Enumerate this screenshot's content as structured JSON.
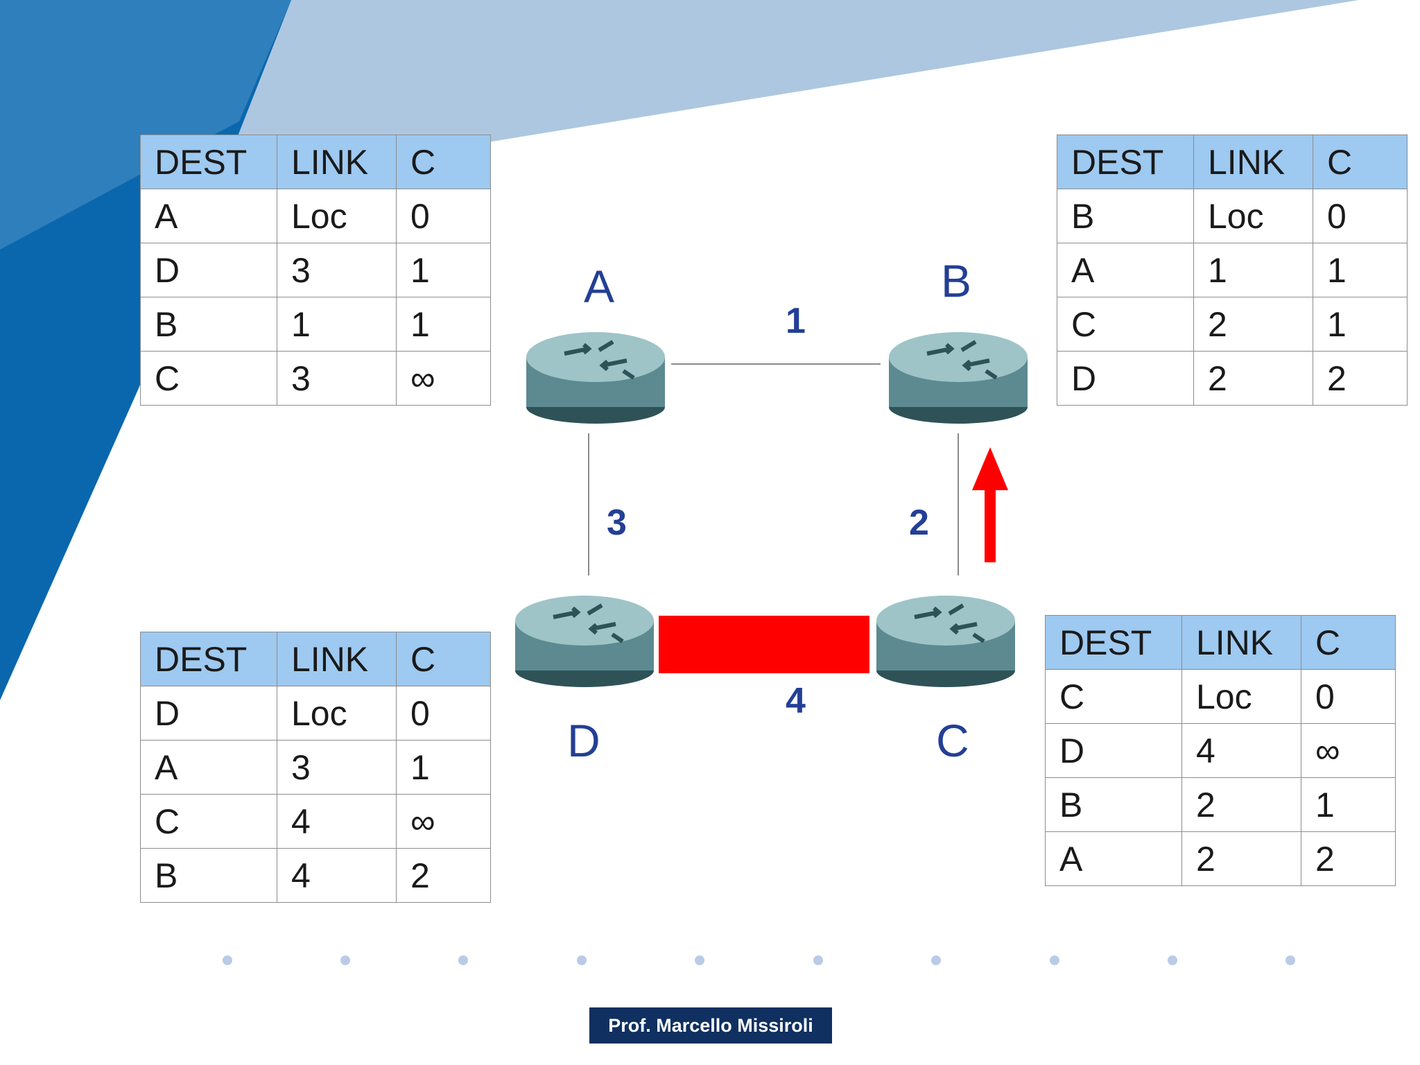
{
  "headers": {
    "dest": "DEST",
    "link": "LINK",
    "cost": "C"
  },
  "nodes": {
    "a": "A",
    "b": "B",
    "c": "C",
    "d": "D"
  },
  "links": {
    "ab": "1",
    "bc": "2",
    "cd": "4",
    "ad": "3"
  },
  "tables": {
    "a": [
      {
        "dest": "A",
        "link": "Loc",
        "cost": "0"
      },
      {
        "dest": "D",
        "link": "3",
        "cost": "1"
      },
      {
        "dest": "B",
        "link": "1",
        "cost": "1"
      },
      {
        "dest": "C",
        "link": "3",
        "cost": "∞"
      }
    ],
    "b": [
      {
        "dest": "B",
        "link": "Loc",
        "cost": "0"
      },
      {
        "dest": "A",
        "link": "1",
        "cost": "1"
      },
      {
        "dest": "C",
        "link": "2",
        "cost": "1"
      },
      {
        "dest": "D",
        "link": "2",
        "cost": "2"
      }
    ],
    "c": [
      {
        "dest": "C",
        "link": "Loc",
        "cost": "0"
      },
      {
        "dest": "D",
        "link": "4",
        "cost": "∞"
      },
      {
        "dest": "B",
        "link": "2",
        "cost": "1"
      },
      {
        "dest": "A",
        "link": "2",
        "cost": "2"
      }
    ],
    "d": [
      {
        "dest": "D",
        "link": "Loc",
        "cost": "0"
      },
      {
        "dest": "A",
        "link": "3",
        "cost": "1"
      },
      {
        "dest": "C",
        "link": "4",
        "cost": "∞"
      },
      {
        "dest": "B",
        "link": "4",
        "cost": "2"
      }
    ]
  },
  "colors": {
    "failed_link": "#ff0000",
    "update_arrow": "#ff0000",
    "header_fill": "#9ec9f0",
    "label_blue": "#233f95"
  },
  "icons": {
    "router": "router-icon",
    "arrow": "arrow-up-icon"
  },
  "footer": {
    "author": "Prof. Marcello Missiroli"
  }
}
